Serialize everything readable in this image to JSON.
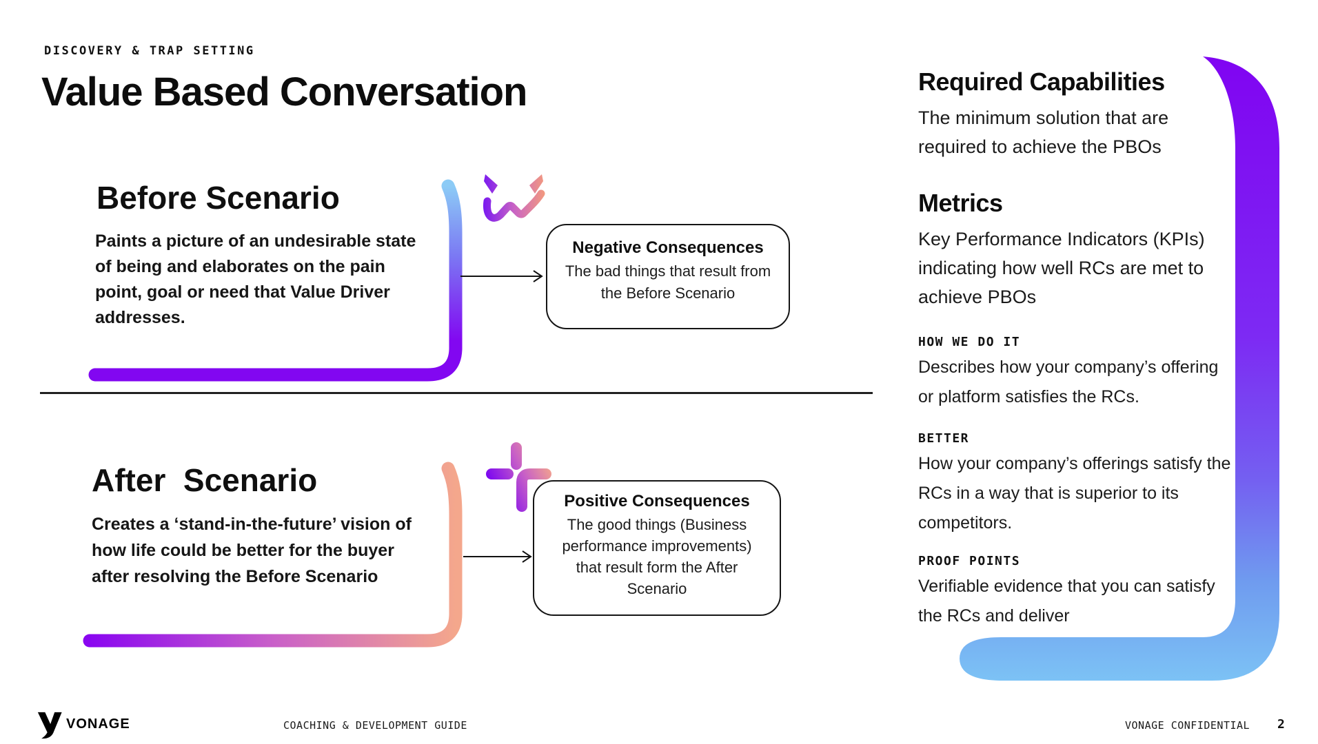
{
  "page": {
    "eyebrow": "DISCOVERY & TRAP SETTING",
    "title": "Value Based Conversation"
  },
  "before": {
    "heading": "Before Scenario",
    "body": "Paints a picture of an undesirable state of being and elaborates on the pain point, goal or need that Value Driver addresses.",
    "consequence_title": "Negative Consequences",
    "consequence_body": "The bad things that result from the Before Scenario"
  },
  "after": {
    "heading": "After  Scenario",
    "body": "Creates a ‘stand-in-the-future’ vision of how life could be better for the buyer after resolving the Before Scenario",
    "consequence_title": "Positive Consequences",
    "consequence_body": "The good things (Business performance improvements) that result form the After Scenario"
  },
  "right_panel": {
    "sections": [
      {
        "heading": "Required Capabilities",
        "body": "The minimum solution that are required to achieve the PBOs"
      },
      {
        "heading": "Metrics",
        "body": "Key Performance Indicators (KPIs) indicating how well RCs are met to achieve PBOs"
      },
      {
        "heading": "HOW WE DO IT",
        "body": "Describes how your company’s offering or platform satisfies the RCs."
      },
      {
        "heading": "BETTER",
        "body": "How your company’s offerings satisfy the RCs in a way that is superior to its competitors."
      },
      {
        "heading": "PROOF POINTS",
        "body": "Verifiable evidence that you can satisfy the RCs and deliver"
      }
    ]
  },
  "footer": {
    "brand": "VONAGE",
    "guide": "COACHING & DEVELOPMENT GUIDE",
    "confidential": "VONAGE CONFIDENTIAL",
    "page_number": "2"
  },
  "icons": {
    "before_icon": "devil-face-icon",
    "after_icon": "plus-icon",
    "brand_icon": "vonage-v-logo"
  },
  "colors": {
    "purple": "#8204F2",
    "blue": "#7EC2F4",
    "salmon": "#F2A48E",
    "text": "#111111"
  }
}
